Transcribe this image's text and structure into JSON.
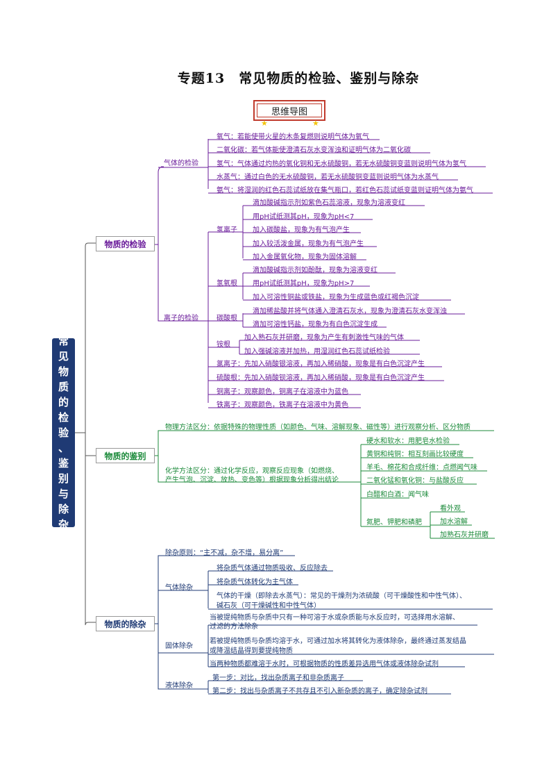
{
  "title": "专题13　常见物质的检验、鉴别与除杂",
  "banner": "思维导图",
  "root": [
    "常",
    "见",
    "物",
    "质",
    "的",
    "检",
    "验",
    "、",
    "鉴",
    "别",
    "与",
    "除",
    "杂"
  ],
  "jianyan": {
    "label": "物质的检验",
    "gas": {
      "label": "气体的检验",
      "items": [
        "氧气：若能使带火星的木条复燃则说明气体为氧气",
        "二氧化碳：若气体能使澄清石灰水变浑浊和证明气体为二氧化碳",
        "氢气：气体通过灼热的氧化铜和无水硫酸铜，若无水硫酸铜变蓝则说明气体为氢气",
        "水蒸气：通过白色的无水硫酸铜，若无水硫酸铜变蓝则说明气体为水蒸气",
        "氨气：将湿润的红色石蕊试纸放在集气瓶口，若红色石蕊试纸变蓝则证明气体为氨气"
      ]
    },
    "ion": {
      "label": "离子的检验",
      "h": {
        "label": "氢离子",
        "items": [
          "滴加酸碱指示剂如紫色石蕊溶液，现象为溶液变红",
          "用pH试纸测其pH，现象为pH<7",
          "加入碳酸盐，现象为有气泡产生",
          "加入较活泼金属，现象为有气泡产生",
          "加入金属氧化物，现象为固体溶解"
        ]
      },
      "oh": {
        "label": "氢氧根",
        "items": [
          "滴加酸碱指示剂如酚酞，现象为溶液变红",
          "用pH试纸测其pH，现象为pH>7",
          "加入可溶性铜盐或铁盐，现象为生成蓝色或红褐色沉淀"
        ]
      },
      "co3": {
        "label": "碳酸根",
        "items": [
          "滴加稀盐酸并将气体通入澄清石灰水，现象为澄清石灰水变浑浊",
          "滴加可溶性钙盐，现象为有白色沉淀生成"
        ]
      },
      "nh4": {
        "label": "铵根",
        "items": [
          "加入熟石灰并研磨，现象为产生有刺激性气味的气体",
          "加入强碱溶液并加热，用湿润红色石蕊试纸检验"
        ]
      },
      "others": [
        "氯离子：先加入硝酸银溶液，再加入稀硝酸，现象是有白色沉淀产生",
        "硫酸根：先加入硝酸钡溶液，再加入稀硝酸，现象是有白色沉淀产生",
        "铜离子：观察颜色，铜离子在溶液中为蓝色",
        "铁离子：观察颜色，铁离子在溶液中为黄色"
      ]
    }
  },
  "jianbie": {
    "label": "物质的鉴别",
    "physical": "物理方法区分：依据特殊的物理性质（如颜色、气味、溶解现象、磁性等）进行观察分析、区分物质",
    "chemical": [
      "化学方法区分：通过化学反应，观察反应现象（如燃烧、",
      "产生气泡、沉淀、放热、变色等）根据现象分析得出结论"
    ],
    "examples": [
      "硬水和软水：用肥皂水检验",
      "黄铜和纯铜：相互刻画比较硬度",
      "羊毛、棉花和合成纤维：点燃闻气味",
      "二氧化锰和氧化铜：与盐酸反应",
      "白醋和白酒：闻气味"
    ],
    "fert": {
      "label": "氮肥、钾肥和磷肥",
      "items": [
        "看外观",
        "加水溶解",
        "加熟石灰并研磨"
      ]
    }
  },
  "chuza": {
    "label": "物质的除杂",
    "principle": "除杂原则：“主不减，杂不增，易分离”",
    "gas": {
      "label": "气体除杂",
      "items": [
        "将杂质气体通过物质吸收、反应除去",
        "将杂质气体转化为主气体"
      ],
      "dry": [
        "气体的干燥（即除去水蒸气）：常见的干燥剂为浓硫酸（可干燥酸性和中性气体）、",
        "碱石灰（可干燥碱性和中性气体）"
      ]
    },
    "solid": {
      "label": "固体除杂",
      "items": [
        [
          "当被提纯物质与杂质中只有一种可溶于水或杂质能与水反应时，可选择用水溶解、",
          "过滤的方法除杂"
        ],
        [
          "若被提纯物质与杂质均溶于水，可通过加水将其转化为液体除杂，最终通过蒸发结晶",
          "或降温结晶得到要提纯物质"
        ],
        [
          "当两种物质都难溶于水时，可根据物质的性质差异选用气体或液体除杂试剂"
        ]
      ]
    },
    "liquid": {
      "label": "液体除杂",
      "items": [
        "第一步：对比，找出杂质离子和非杂质离子",
        "第二步：找出与杂质离子不共存且不引入新杂质的离子，确定除杂试剂"
      ]
    }
  }
}
